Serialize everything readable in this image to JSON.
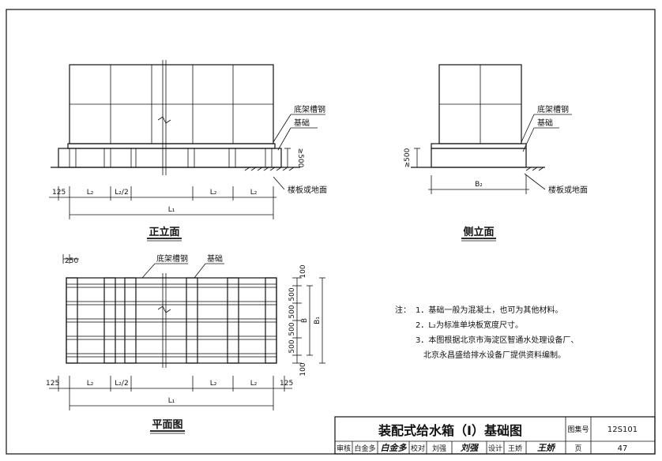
{
  "front_elevation": {
    "title": "正立面",
    "label_channel": "底架槽钢",
    "label_foundation": "基础",
    "label_floor": "楼板或地面",
    "dim_height": "≥500",
    "dim_edge": "125",
    "dim_l2": "L₂",
    "dim_l2_half": "L₂/2",
    "dim_l1": "L₁"
  },
  "side_elevation": {
    "title": "侧立面",
    "label_channel": "底架槽钢",
    "label_foundation": "基础",
    "label_floor": "楼板或地面",
    "dim_height": "≥500",
    "dim_b2": "B₂"
  },
  "plan": {
    "title": "平面图",
    "label_channel": "底架槽钢",
    "label_foundation": "基础",
    "dim_250": "250",
    "dim_edge": "125",
    "dim_l2": "L₂",
    "dim_l2_half": "L₂/2",
    "dim_l1": "L₁",
    "dim_100": "100",
    "dim_500": "500",
    "dim_b": "B",
    "dim_b1": "B₁"
  },
  "notes": {
    "prefix": "注：",
    "items": [
      "1．基础一般为混凝土，也可为其他材料。",
      "2．L₂为标准单块板宽度尺寸。",
      "3．本图根据北京市海淀区智通水处理设备厂、",
      "北京永昌盛给排水设备厂提供资料编制。"
    ]
  },
  "title_block": {
    "title": "装配式给水箱（Ⅰ）基础图",
    "atlas_label": "图集号",
    "atlas_no": "12S101",
    "review_label": "审核",
    "reviewer": "白金多",
    "reviewer_sig": "白金多",
    "check_label": "校对",
    "checker": "刘强",
    "checker_sig": "刘强",
    "design_label": "设计",
    "designer": "王娇",
    "designer_sig": "王娇",
    "page_label": "页",
    "page_no": "47"
  }
}
